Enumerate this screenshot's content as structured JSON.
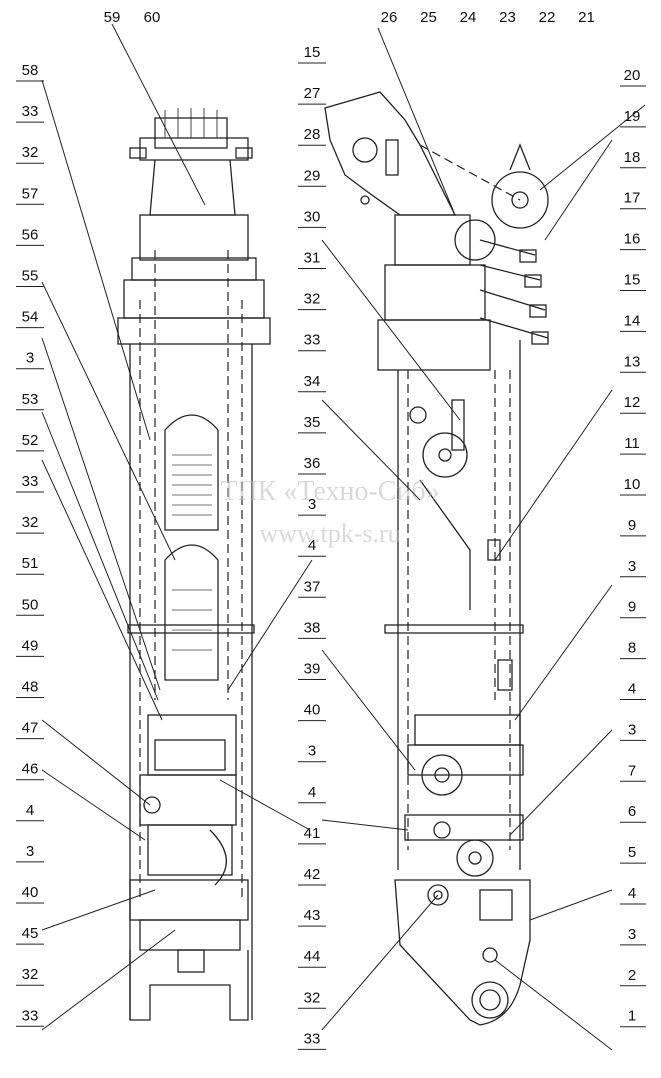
{
  "watermark": {
    "line1": "ТПК «Техно-Сиб»",
    "line2": "www.tpk-s.ru"
  },
  "callouts": {
    "left": [
      "58",
      "33",
      "32",
      "57",
      "56",
      "55",
      "54",
      "3",
      "53",
      "52",
      "33",
      "32",
      "51",
      "50",
      "49",
      "48",
      "47",
      "46",
      "4",
      "3",
      "40",
      "45",
      "32",
      "33"
    ],
    "left_top": [
      "59",
      "60"
    ],
    "center": [
      "15",
      "27",
      "28",
      "29",
      "30",
      "31",
      "32",
      "33",
      "34",
      "35",
      "36",
      "3",
      "4",
      "37",
      "38",
      "39",
      "40",
      "3",
      "4",
      "41",
      "42",
      "43",
      "44",
      "32",
      "33"
    ],
    "top_right": [
      "26",
      "25",
      "24",
      "23",
      "22",
      "21"
    ],
    "right": [
      "20",
      "19",
      "18",
      "17",
      "16",
      "15",
      "14",
      "13",
      "12",
      "11",
      "10",
      "9",
      "3",
      "9",
      "8",
      "4",
      "3",
      "7",
      "6",
      "5",
      "4",
      "3",
      "2",
      "1"
    ]
  }
}
